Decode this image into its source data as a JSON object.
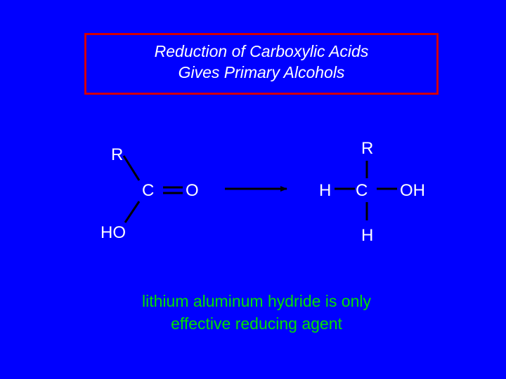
{
  "title": {
    "line1": "Reduction of Carboxylic Acids",
    "line2": "Gives Primary Alcohols"
  },
  "reactant": {
    "r": "R",
    "c": "C",
    "o": "O",
    "ho": "HO"
  },
  "product": {
    "r": "R",
    "h_left": "H",
    "c": "C",
    "oh": "OH",
    "h_bottom": "H"
  },
  "caption": {
    "line1": "lithium aluminum hydride is only",
    "line2": "effective reducing agent"
  },
  "colors": {
    "background": "#0000ff",
    "title_border": "#d40000",
    "text": "#ffffff",
    "caption": "#00e000",
    "bonds": "#000000"
  }
}
